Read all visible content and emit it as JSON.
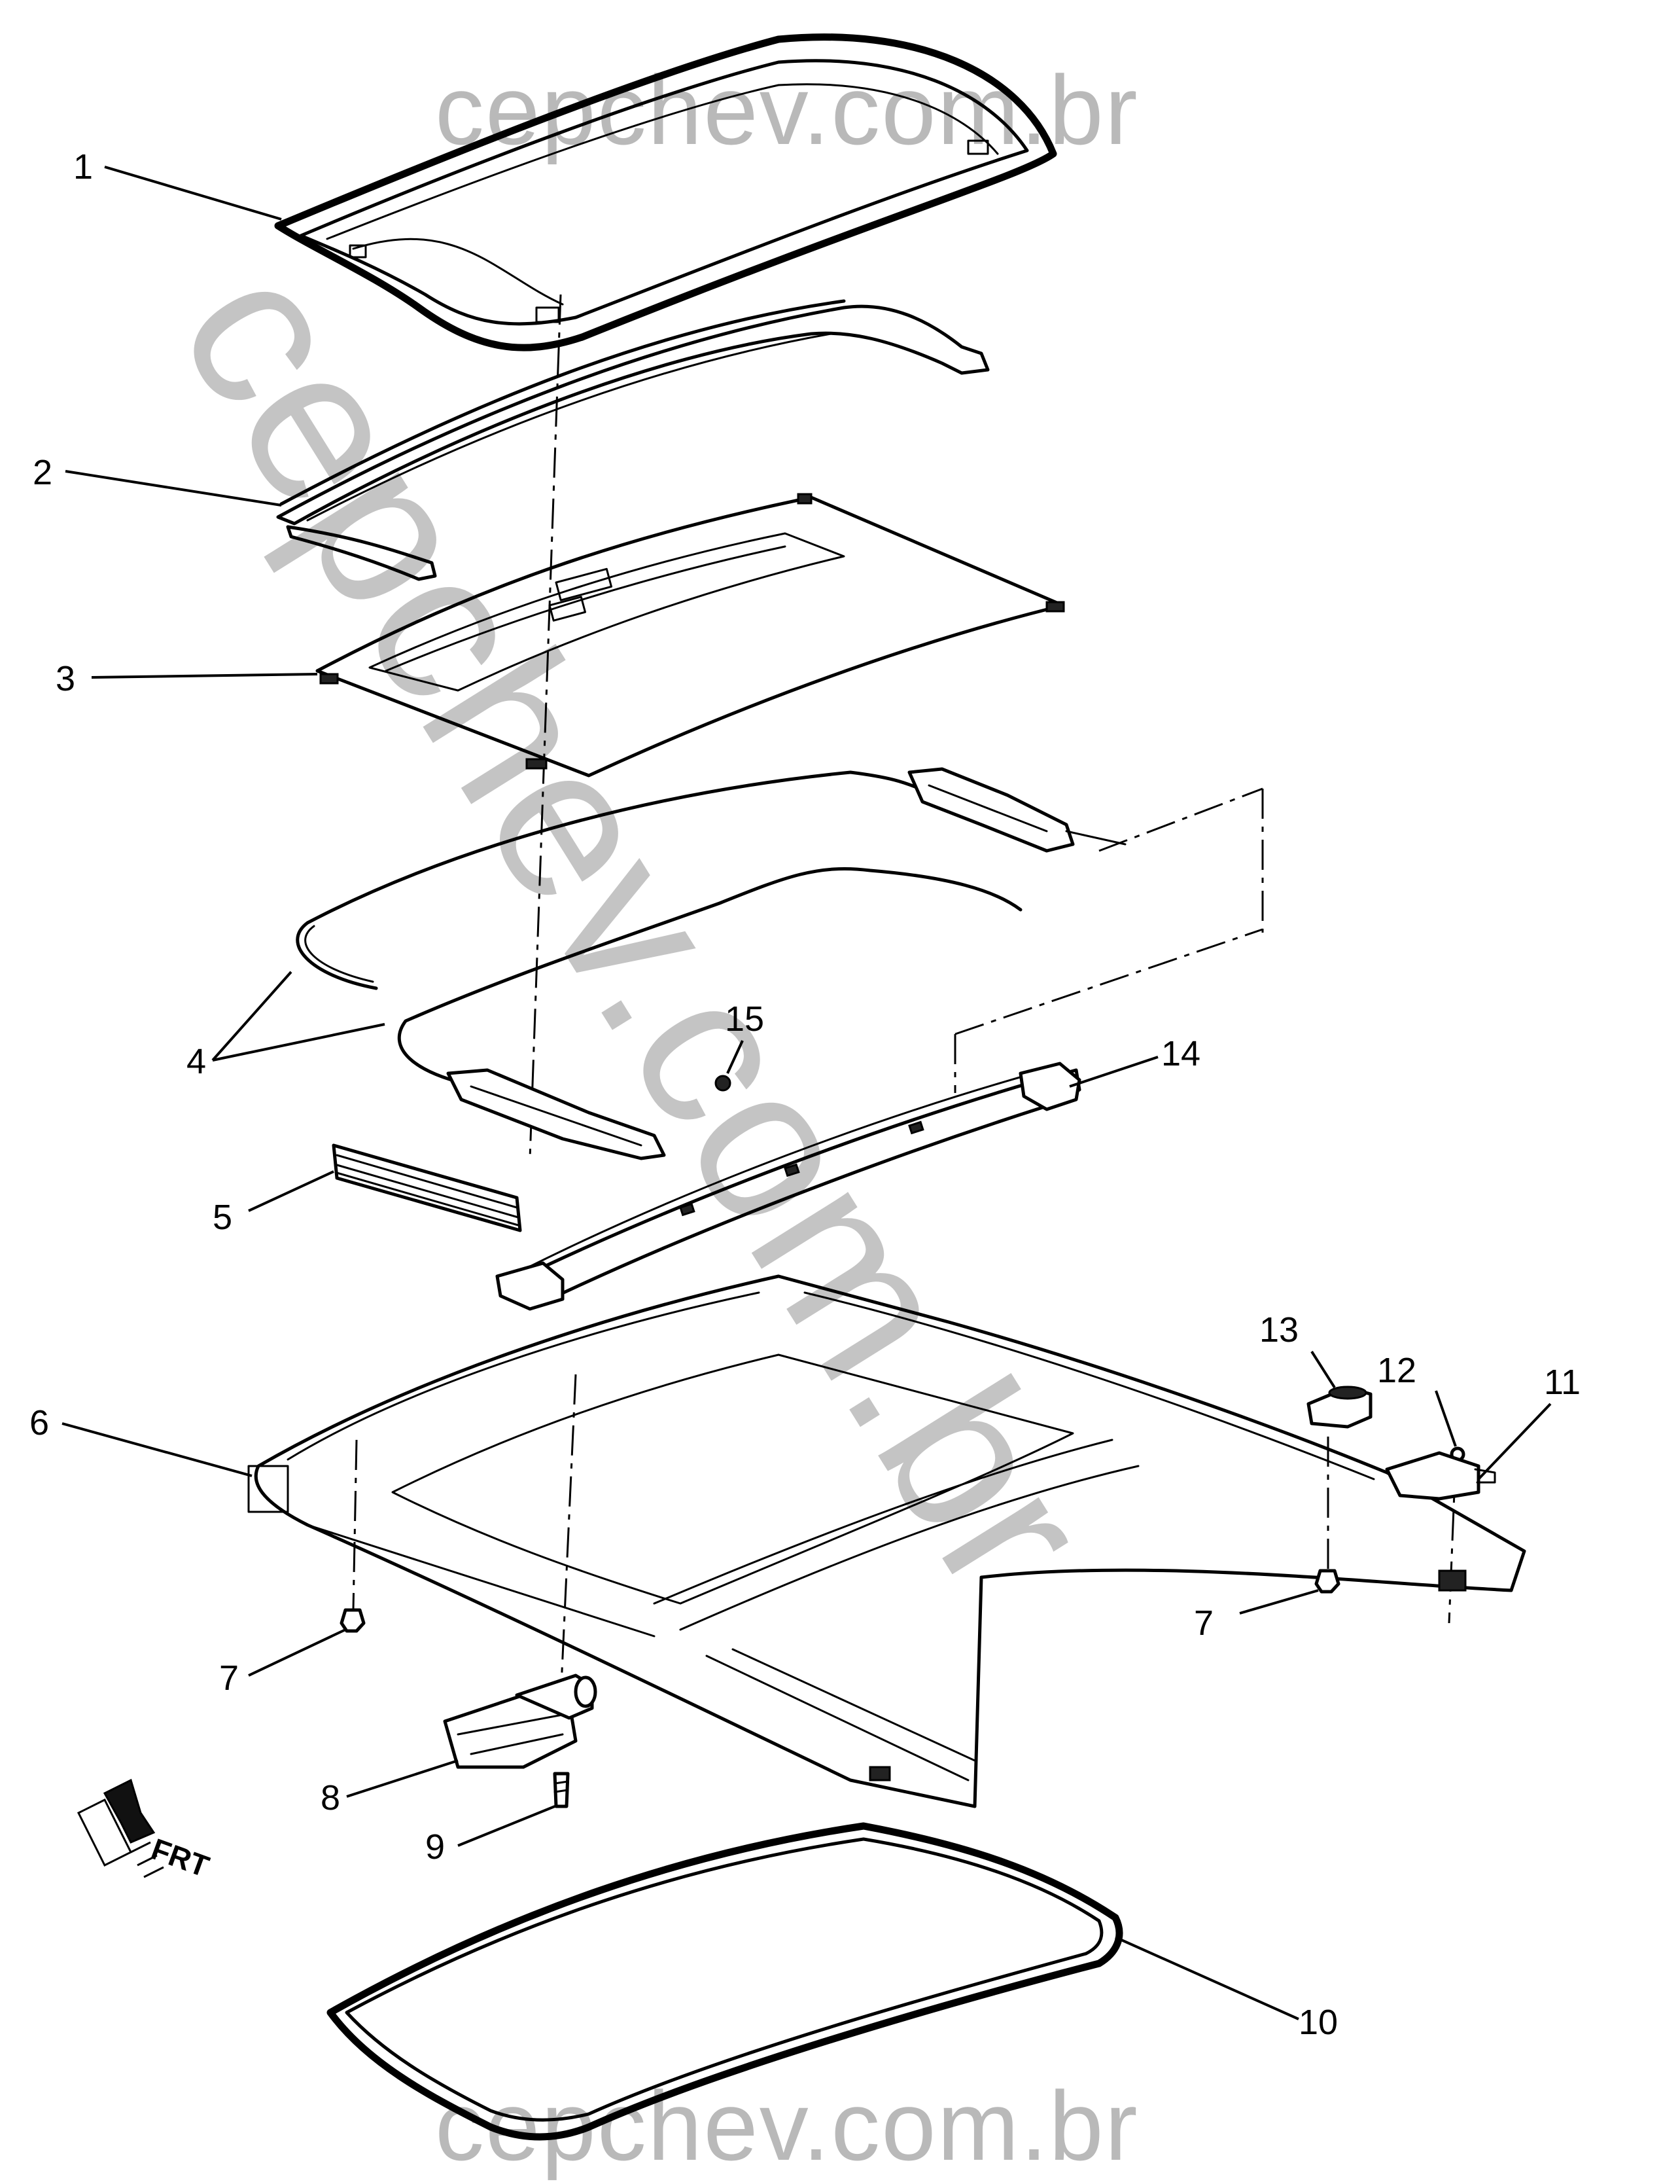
{
  "watermarks": {
    "top": "cepchev.com.br",
    "diagonal": "cepchev.com.br",
    "bottom": "cepchev.com.br"
  },
  "orientation_label": "FRT",
  "callouts": [
    "1",
    "2",
    "3",
    "4",
    "15",
    "14",
    "5",
    "13",
    "12",
    "11",
    "6",
    "7",
    "7",
    "8",
    "9",
    "10"
  ]
}
